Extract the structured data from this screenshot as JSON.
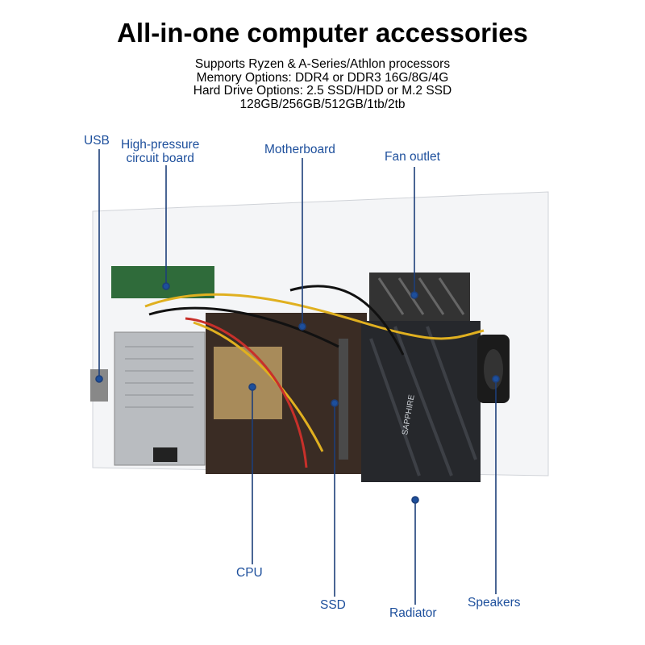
{
  "title": "All-in-one computer accessories",
  "specs": [
    "Supports Ryzen & A-Series/Athlon processors",
    "Memory Options: DDR4 or DDR3 16G/8G/4G",
    "Hard Drive Options: 2.5 SSD/HDD or M.2 SSD",
    "128GB/256GB/512GB/1tb/2tb"
  ],
  "labels": {
    "usb": "USB",
    "circuit_board_1": "High-pressure",
    "circuit_board_2": "circuit board",
    "motherboard": "Motherboard",
    "fan_outlet": "Fan outlet",
    "cpu": "CPU",
    "ssd": "SSD",
    "radiator": "Radiator",
    "speakers": "Speakers"
  },
  "gpu_brand": "SAPPHIRE",
  "colors": {
    "label": "#1d4f9c",
    "line": "#1d3f7a"
  }
}
